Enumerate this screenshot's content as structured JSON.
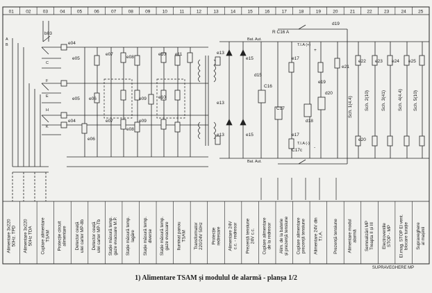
{
  "column_numbers": [
    "01",
    "02",
    "03",
    "04",
    "05",
    "06",
    "07",
    "08",
    "09",
    "10",
    "11",
    "12",
    "13",
    "14",
    "15",
    "16",
    "17",
    "18",
    "19",
    "20",
    "21",
    "22",
    "23",
    "24",
    "25"
  ],
  "descriptions": [
    "Alimentare 3x220\n50Hz. TPD",
    "Alimentare 3x220\n50Hz TDA",
    "Cuplare alimentare\nTSAM",
    "Protecție circuit\nalimentare",
    "Detector ceață\nulei carter MP-8b",
    "Detector ceață\nulei carter MP-Tb",
    "Stație măsură temp.\ngaze evacuare M.P.",
    "Stație măsură temp.\nlagăre",
    "Stație măsură temp.\ndiverse",
    "Stație măsură temp.\ngaze evacuare",
    "Iluminat panou\nTSAM",
    "Transformator\n220/24V 50Hz",
    "Protecție\nredresare",
    "Alimentare 24V\nc.c. - redresor",
    "Prezență tensiune\n24V c.c.",
    "Cuplare alimentare\nde la redresor",
    "Alim. de la baterie\nși prezență tensiune",
    "Cuplare alimentare\nprezență tensiune",
    "Alimentare 24V din\nT.I.A.",
    "Prezență tensiune",
    "Alimentare modul\nalarmă",
    "Semnalizări MP\nTreapta II și III",
    "Electroventile\nSTOP - MP",
    "El.mag. STOP El vent.\nblocare turație",
    "Supraveghere\nal mașinii"
  ],
  "supraveghere_label": "SUPRAVEGHERE MP",
  "caption": "1) Alimentare TSAM și modulul de alarmă - planșa 1/2",
  "components": {
    "b03": "b03",
    "e04": "e04",
    "e05": "e05",
    "e06": "e06",
    "e07": "e07",
    "e08": "e08",
    "e09": "e09",
    "e10": "e10",
    "e11": "e11",
    "e13": "e13",
    "e15": "e15",
    "d15": "d15",
    "c16": "C16",
    "c16a": "R C16 A",
    "c17": "C17",
    "c17c": "C17c",
    "e17": "e17",
    "d18": "d18",
    "d19": "d19",
    "e19": "e19",
    "d20": "d20",
    "e20": "e20",
    "e21": "e21",
    "e22": "e22",
    "e23": "e23",
    "e24": "e24",
    "e25": "e25",
    "tia_plus": "T.I.A (+)",
    "tia_minus": "T.I.A (-)",
    "bat_aut_top": "Bat. Aut.",
    "bat_aut_bottom": "Bat. Aut.",
    "sch1": "Sch. 1(4.4)",
    "sch2": "Sch. 2(10)",
    "sch3": "Sch. 3(41)",
    "sch4": "Sch. 4(4.4)",
    "sch5": "Sch. 5(10)",
    "phase_a": "A",
    "phase_b": "B",
    "phase_c": "C",
    "phase_f": "F",
    "phase_e": "E",
    "phase_h": "H",
    "phase_k": "K",
    "plus": "+",
    "minus": "-"
  }
}
